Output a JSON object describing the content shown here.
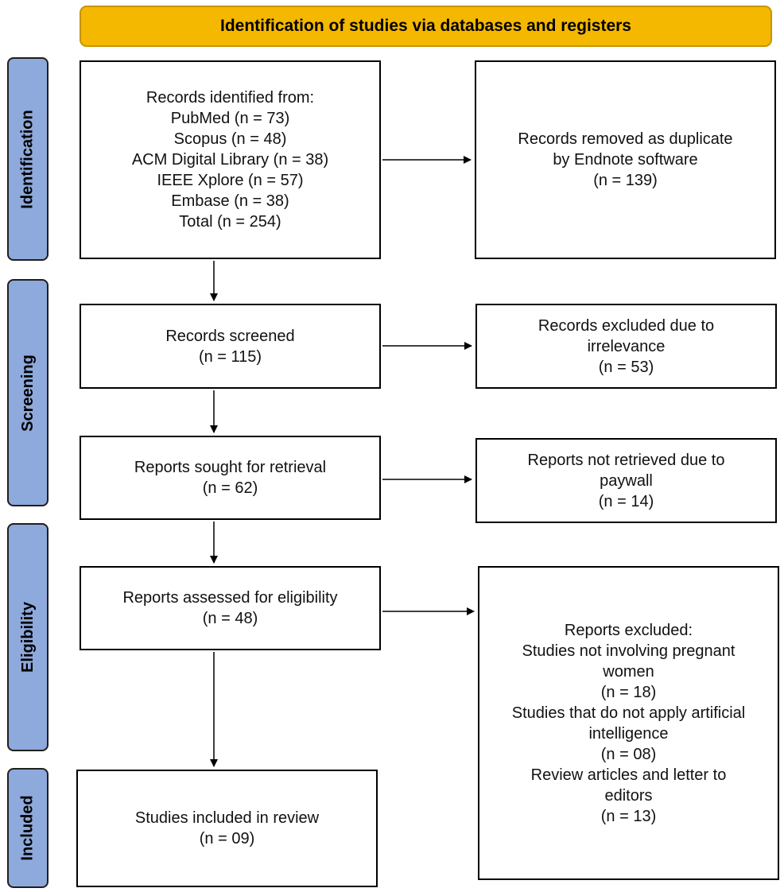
{
  "header": {
    "title": "Identification of studies via databases and registers"
  },
  "phases": {
    "identification": "Identification",
    "screening": "Screening",
    "eligibility": "Eligibility",
    "included": "Included"
  },
  "records_identified": {
    "title": "Records identified from:",
    "sources": [
      "PubMed (n = 73)",
      "Scopus (n = 48)",
      "ACM Digital Library (n = 38)",
      "IEEE Xplore (n = 57)",
      "Embase (n = 38)",
      "Total (n = 254)"
    ]
  },
  "duplicates_removed": {
    "line1": "Records removed as duplicate",
    "line2": "by Endnote software",
    "count": "(n = 139)"
  },
  "records_screened": {
    "label": "Records screened",
    "count": "(n = 115)"
  },
  "records_excluded": {
    "line1": "Records excluded due to",
    "line2": "irrelevance",
    "count": "(n = 53)"
  },
  "reports_sought": {
    "label": "Reports sought for retrieval",
    "count": "(n = 62)"
  },
  "reports_not_retrieved": {
    "line1": "Reports not retrieved due to",
    "line2": "paywall",
    "count": "(n = 14)"
  },
  "reports_assessed": {
    "label": "Reports assessed for eligibility",
    "count": "(n = 48)"
  },
  "reports_excluded": {
    "title": "Reports excluded:",
    "reason1_line1": "Studies not involving pregnant",
    "reason1_line2": "women",
    "reason1_count": "(n = 18)",
    "reason2_line1": "Studies that do not apply artificial",
    "reason2_line2": "intelligence",
    "reason2_count": "(n = 08)",
    "reason3_line1": "Review articles and letter to",
    "reason3_line2": "editors",
    "reason3_count": "(n = 13)"
  },
  "studies_included": {
    "label": "Studies included in review",
    "count": "(n = 09)"
  }
}
